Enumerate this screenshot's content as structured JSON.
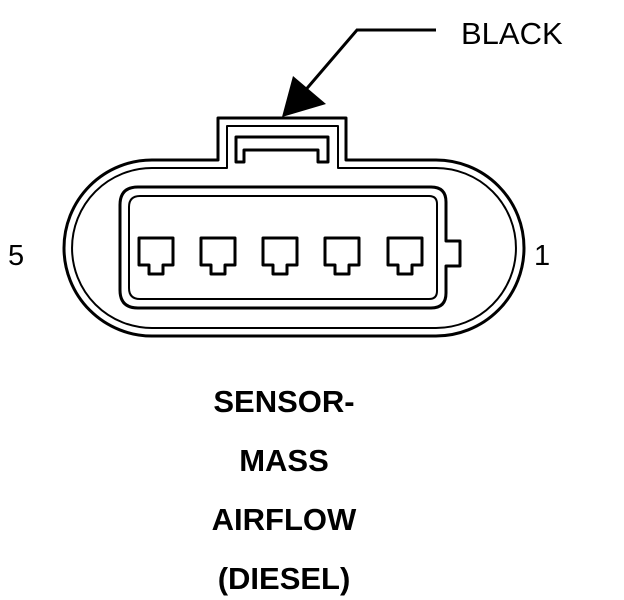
{
  "callout": {
    "color_label": "BLACK"
  },
  "pins": {
    "left": "5",
    "right": "1"
  },
  "title": {
    "lines": [
      "SENSOR-",
      "MASS",
      "AIRFLOW",
      "(DIESEL)"
    ]
  },
  "colors": {
    "line": "#000000",
    "background": "#ffffff"
  }
}
